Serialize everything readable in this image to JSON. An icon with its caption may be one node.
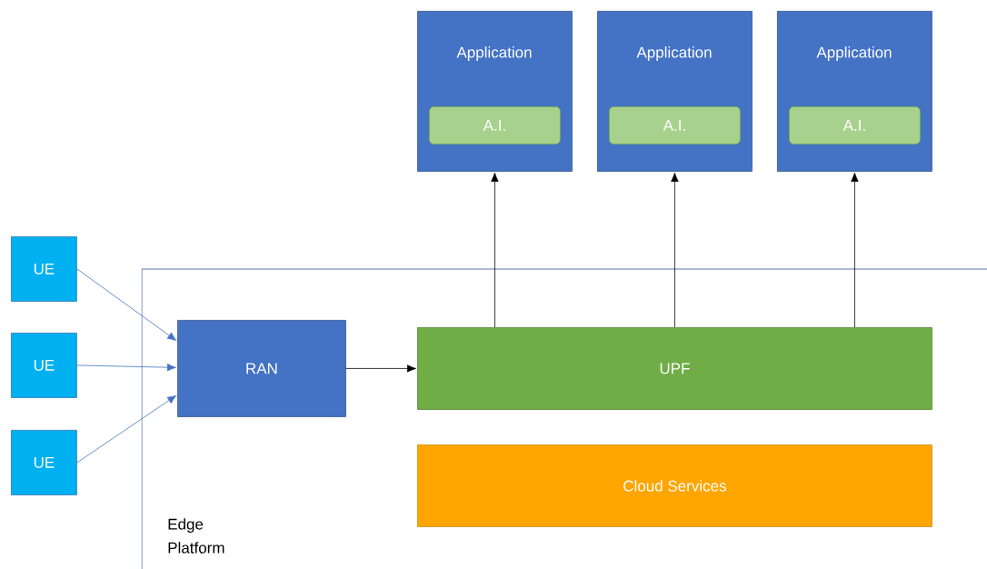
{
  "diagram": {
    "nodes": [
      {
        "text": [
          "Application"
        ]
      },
      {
        "text": [
          "A.I."
        ],
        "in": 0
      },
      {
        "text": [
          "Application"
        ]
      },
      {
        "text": [
          "A.I."
        ],
        "in": 2
      },
      {
        "text": [
          "Application"
        ]
      },
      {
        "text": [
          "A.I."
        ],
        "in": 4
      },
      {
        "text": [
          "UE"
        ]
      },
      {
        "text": [
          "UE"
        ]
      },
      {
        "text": [
          "UE"
        ]
      },
      {
        "text": [
          "Edge Platform"
        ]
      },
      {
        "text": [
          "RAN"
        ],
        "in": 9
      },
      {
        "text": [
          "UPF"
        ],
        "in": 9
      },
      {
        "text": [
          "Cloud Services"
        ],
        "in": 9
      }
    ],
    "edges": [
      {
        "from": 6,
        "to": 10,
        "arrow": "to",
        "color": "#4472c4"
      },
      {
        "from": 7,
        "to": 10,
        "arrow": "to",
        "color": "#4472c4"
      },
      {
        "from": 8,
        "to": 10,
        "arrow": "to",
        "color": "#4472c4"
      },
      {
        "from": 10,
        "to": 11,
        "arrow": "to"
      },
      {
        "from": 11,
        "to": 0,
        "arrow": "to"
      },
      {
        "from": 11,
        "to": 2,
        "arrow": "to"
      },
      {
        "from": 11,
        "to": 4,
        "arrow": "to"
      }
    ]
  }
}
